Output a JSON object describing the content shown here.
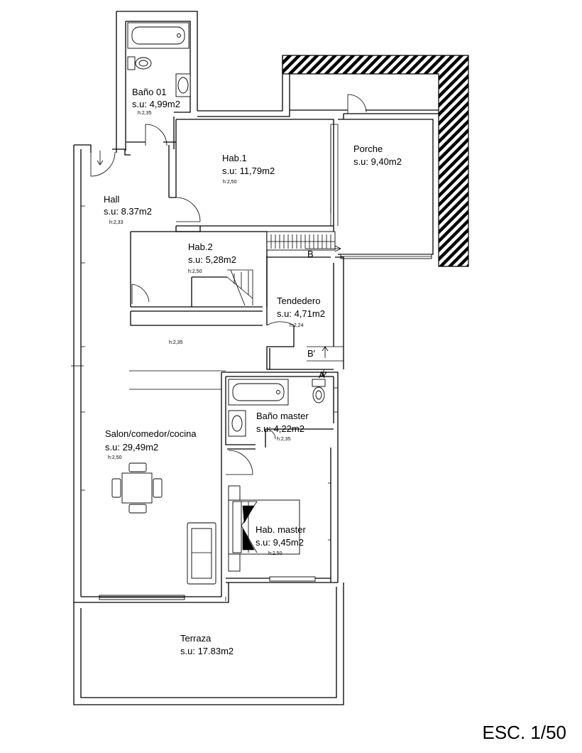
{
  "rooms": {
    "bano01": {
      "name": "Baño 01",
      "area": "s.u: 4,99m2",
      "height": "h:2,35"
    },
    "hab1": {
      "name": "Hab.1",
      "area": "s.u: 11,79m2",
      "height": "h:2,50"
    },
    "porche": {
      "name": "Porche",
      "area": "s.u: 9,40m2"
    },
    "hall": {
      "name": "Hall",
      "area": "s.u: 8.37m2",
      "height": "h:2,33"
    },
    "hab2": {
      "name": "Hab.2",
      "area": "s.u: 5,28m2",
      "height": "h:2,50"
    },
    "tendedero": {
      "name": "Tendedero",
      "area": "s.u: 4,71m2",
      "height": "h:2,24"
    },
    "pasillo": {
      "height": "h:2,35"
    },
    "salon": {
      "name": "Salon/comedor/cocina",
      "area": "s.u: 29,49m2",
      "height": "h:2,50"
    },
    "banoMaster": {
      "name": "Baño master",
      "area": "s.u: 4,22m2",
      "height": "h:2,35"
    },
    "habMaster": {
      "name": "Hab. master",
      "area": "s.u: 9,45m2",
      "height": "h:2,50"
    },
    "terraza": {
      "name": "Terraza",
      "area": "s.u: 17.83m2"
    }
  },
  "section_marks": {
    "b": "B",
    "b_prime": "B'",
    "a_prime": "A'"
  },
  "scale": "ESC. 1/50",
  "colors": {
    "line": "#000000",
    "background": "#ffffff"
  }
}
